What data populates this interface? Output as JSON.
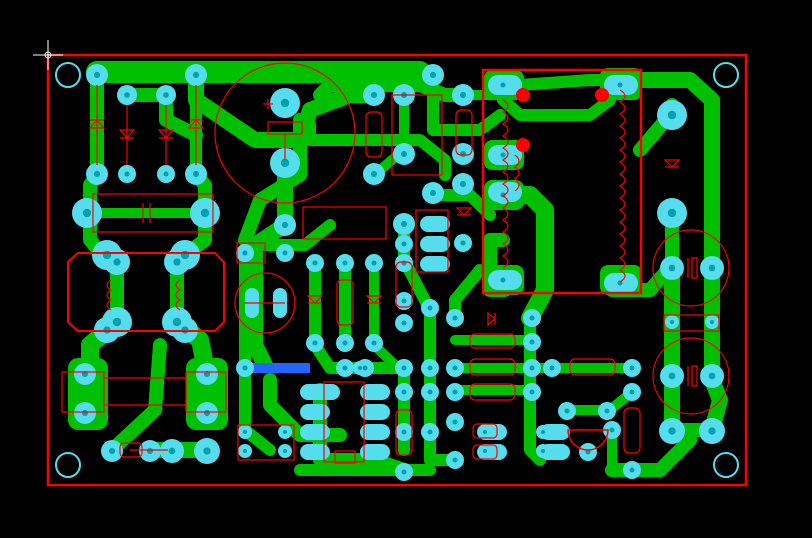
{
  "board": {
    "title": "",
    "colors": {
      "background": "#000000",
      "outline": "#ff0000",
      "copper": "#00c000",
      "pad": "#55ddee",
      "silkscreen": "#ff0000",
      "mounting_hole": "#55ddee",
      "bottom_trace": "#2266ff"
    },
    "layers": [
      "copper",
      "pads",
      "silkscreen",
      "board-outline"
    ],
    "components": [
      {
        "type": "relay",
        "count": 1
      },
      {
        "type": "transformer",
        "count": 1
      },
      {
        "type": "electrolytic-capacitor",
        "count": 4
      },
      {
        "type": "diode",
        "count": 4
      },
      {
        "type": "resistor",
        "count": 14
      },
      {
        "type": "trimmer-potentiometer",
        "count": 1
      },
      {
        "type": "inductor",
        "count": 4
      },
      {
        "type": "fuse",
        "count": 1
      },
      {
        "type": "capacitor",
        "count": 4
      },
      {
        "type": "connector",
        "count": 2
      },
      {
        "type": "mounting-hole",
        "count": 4
      }
    ]
  }
}
